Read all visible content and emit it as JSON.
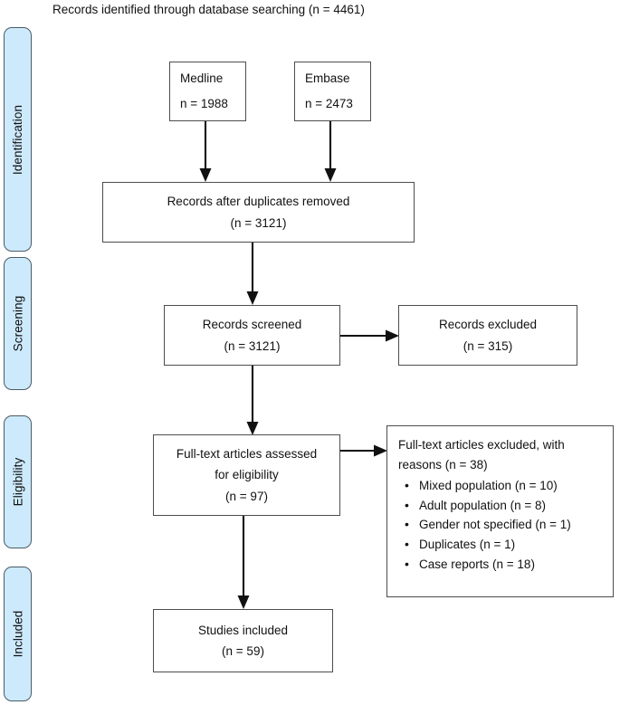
{
  "diagram": {
    "type": "prisma-flow-diagram",
    "caption": "Records identified through database searching (n = 4461)",
    "stages": [
      {
        "id": "identification",
        "label": "Identification"
      },
      {
        "id": "screening",
        "label": "Screening"
      },
      {
        "id": "eligibility",
        "label": "Eligibility"
      },
      {
        "id": "included",
        "label": "Included"
      }
    ],
    "boxes": {
      "medline": {
        "title": "Medline",
        "count": "n = 1988"
      },
      "embase": {
        "title": "Embase",
        "count": "n = 2473"
      },
      "duplicates": {
        "title": "Records after duplicates removed",
        "count": "(n = 3121)"
      },
      "screened": {
        "title": "Records screened",
        "count": "(n = 3121)"
      },
      "excluded": {
        "title": "Records excluded",
        "count": "(n = 315)"
      },
      "fulltext": {
        "line1": "Full-text articles assessed",
        "line2": "for eligibility",
        "count": "(n = 97)"
      },
      "included": {
        "title": "Studies included",
        "count": "(n = 59)"
      },
      "reasons": {
        "heading": "Full-text articles excluded, with reasons (n = 38)",
        "items": [
          "Mixed population (n = 10)",
          "Adult population (n = 8)",
          "Gender not specified (n = 1)",
          "Duplicates (n = 1)",
          "Case reports (n = 18)"
        ]
      }
    },
    "colors": {
      "stage_tab_fill": "#cdeafc",
      "stage_tab_border": "#4a5b66",
      "box_border": "#4d4d4d",
      "connector": "#111111",
      "background": "#ffffff",
      "text": "#111111"
    }
  }
}
